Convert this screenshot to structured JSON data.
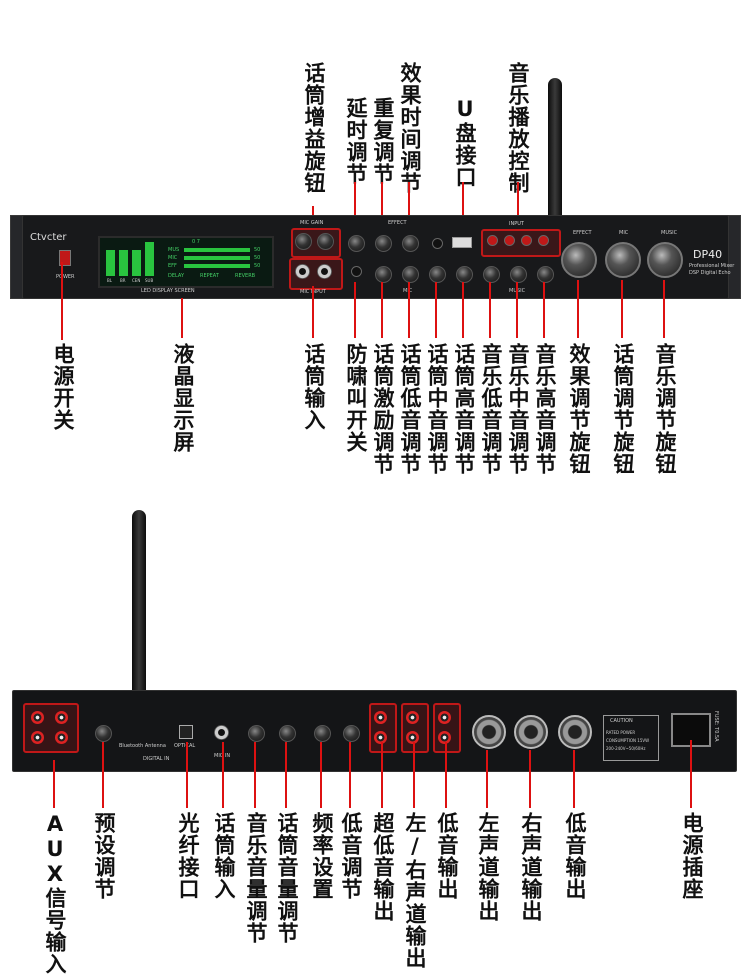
{
  "front_panel": {
    "brand": "Ctvcter",
    "model": "DP40",
    "subtitle1": "Professional Mixer",
    "subtitle2": "DSP Digital Echo",
    "screen_caption": "LED DISPLAY SCREEN",
    "power_text": "POWER",
    "section_labels": {
      "mic_gain": "MIC GAIN",
      "effect": "EFFECT",
      "input": "INPUT",
      "mic_input": "MIC INPUT",
      "mic": "MIC",
      "music": "MUSIC",
      "effect_knob": "EFFECT",
      "mic_knob": "MIC",
      "music_knob": "MUSIC"
    },
    "lcd": {
      "top": "0 7",
      "rows": [
        "MUS",
        "MIC",
        "EFF"
      ],
      "values": [
        "50",
        "50",
        "50"
      ],
      "buttons": [
        "DELAY",
        "REPEAT",
        "REVERB"
      ],
      "bar_labels": [
        "BL",
        "BR",
        "CEN",
        "SUB"
      ]
    }
  },
  "top_labels": [
    "话筒增益旋钮",
    "延时调节",
    "重复调节",
    "效果时间调节",
    "U盘接口",
    "音乐播放控制"
  ],
  "front_bottom_labels": [
    "电源开关",
    "液晶显示屏",
    "话筒输入",
    "防啸叫开关",
    "话筒激励调节",
    "话筒低音调节",
    "话筒中音调节",
    "话筒高音调节",
    "音乐低音调节",
    "音乐中音调节",
    "音乐高音调节",
    "效果调节旋钮",
    "话筒调节旋钮",
    "音乐调节旋钮"
  ],
  "rear_panel": {
    "caution": "CAUTION",
    "rated_power": "RATED POWER",
    "consumption": "CONSUMPTION 15VW",
    "voltage": "200-240V~50/60Hz",
    "fuse": "FUSE: T0.5A",
    "text_labels": [
      "Bluetooth Antenna",
      "DIGITAL IN",
      "OPTICAL",
      "MIC IN"
    ]
  },
  "rear_labels": [
    "AUX信号输入",
    "预设调节",
    "光纤接口",
    "话筒输入",
    "音乐音量调节",
    "话筒音量调节",
    "频率设置",
    "低音调节",
    "超低音输出",
    "左/右声道输出",
    "低音输出",
    "左声道输出",
    "右声道输出",
    "低音输出",
    "电源插座"
  ]
}
